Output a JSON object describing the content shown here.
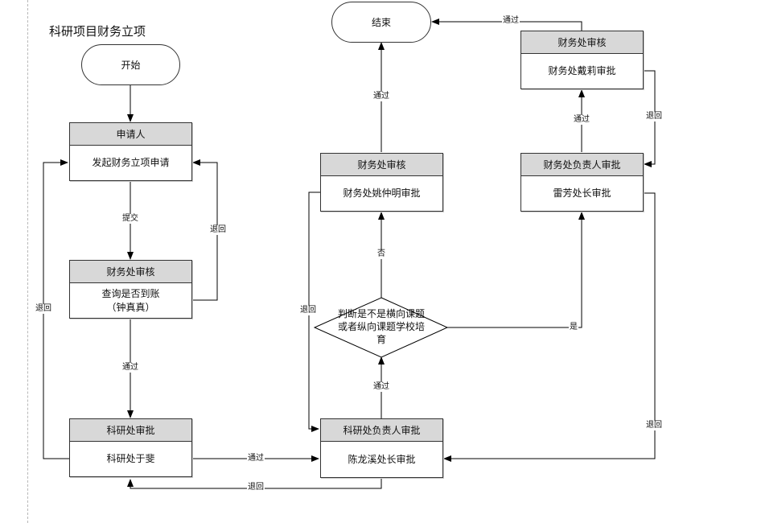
{
  "title": "科研项目财务立项",
  "terminals": {
    "start": "开始",
    "end": "结束"
  },
  "boxes": {
    "applicant": {
      "header": "申请人",
      "body": "发起财务立项申请"
    },
    "finance_check": {
      "header": "财务处审核",
      "body": "查询是否到账\n（钟真真）"
    },
    "research_office": {
      "header": "科研处审批",
      "body": "科研处于斐"
    },
    "research_head": {
      "header": "科研处负责人审批",
      "body": "陈龙溪处长审批"
    },
    "finance_yao": {
      "header": "财务处审核",
      "body": "财务处姚仲明审批"
    },
    "finance_head": {
      "header": "财务处负责人审批",
      "body": "雷芳处长审批"
    },
    "finance_dai": {
      "header": "财务处审核",
      "body": "财务处戴莉审批"
    }
  },
  "decision": {
    "text": "判断是不是横向课题\n或者纵向课题学校培\n育"
  },
  "edge_labels": {
    "submit": "提交",
    "return_finance_to_applicant": "退回",
    "pass_finance_to_research": "通过",
    "return_research_to_applicant": "退回",
    "pass_research_to_head": "通过",
    "return_head_to_research": "退回",
    "pass_head_to_decision": "通过",
    "no": "否",
    "yes": "是",
    "return_yao_to_head": "退回",
    "pass_yao_to_end": "通过",
    "pass_financehead_to_dai": "通过",
    "return_dai_to_financehead": "退回",
    "return_financehead_to_research_head": "退回",
    "pass_dai_to_end": "通过"
  }
}
